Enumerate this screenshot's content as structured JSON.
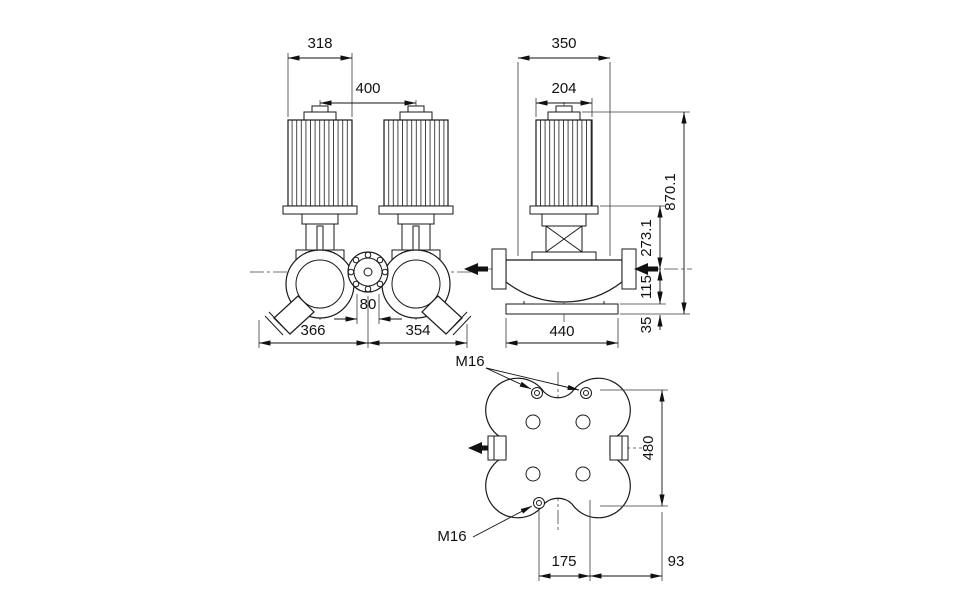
{
  "views": {
    "front": {
      "motor_width": "318",
      "head_spacing": "400",
      "port_gap": "80",
      "width_left": "366",
      "width_right": "354"
    },
    "side": {
      "casing_depth": "350",
      "motor_depth": "204",
      "overall_height": "870.1",
      "motor_flange_height": "273.1",
      "port_centre_height": "115",
      "base_height": "35",
      "base_width": "440"
    },
    "plan": {
      "bolt_circle": "480",
      "bolt_spacing": "175",
      "flange_offset": "93",
      "thread_top": "M16",
      "thread_bottom": "M16"
    }
  }
}
